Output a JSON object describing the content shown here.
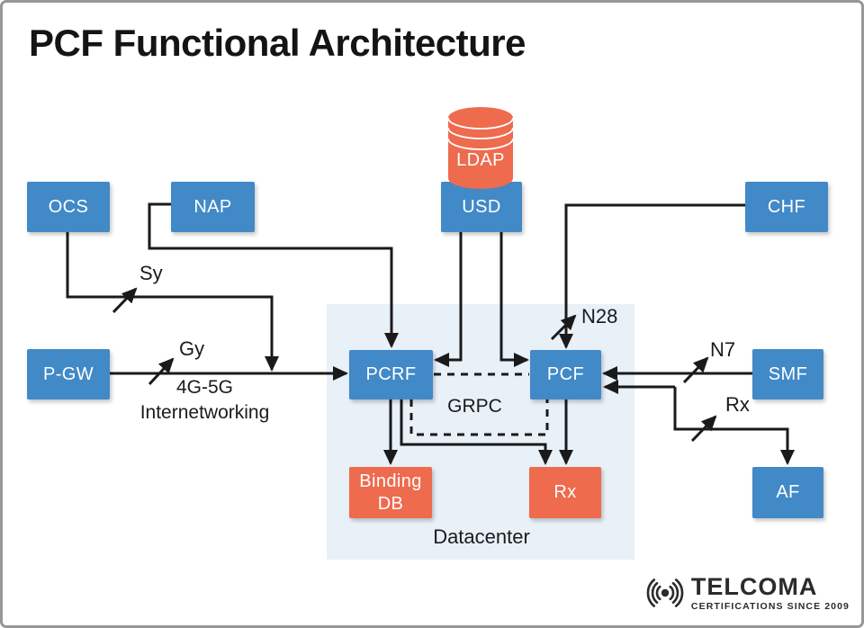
{
  "title": "PCF Functional Architecture",
  "colors": {
    "node_blue": "#4189c7",
    "node_orange": "#ee6b4e",
    "datacenter_bg": "#e8f0f8",
    "line": "#1a1a1a"
  },
  "nodes": {
    "ocs": "OCS",
    "nap": "NAP",
    "usd": "USD",
    "chf": "CHF",
    "pgw": "P-GW",
    "pcrf": "PCRF",
    "pcf": "PCF",
    "smf": "SMF",
    "binding_db": "Binding DB",
    "rx_node": "Rx",
    "af": "AF",
    "ldap": "LDAP"
  },
  "labels": {
    "sy": "Sy",
    "gy": "Gy",
    "internetworking_line1": "4G-5G",
    "internetworking_line2": "Internetworking",
    "n28": "N28",
    "n7": "N7",
    "rx": "Rx",
    "grpc": "GRPC",
    "datacenter": "Datacenter"
  },
  "logo": {
    "name": "TELCOMA",
    "tagline": "CERTIFICATIONS SINCE 2009"
  }
}
